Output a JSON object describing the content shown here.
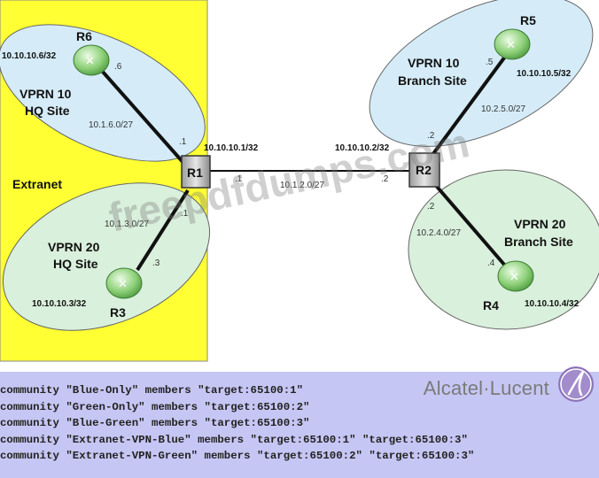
{
  "diagram": {
    "extranet_label": "Extranet",
    "sites": {
      "vprn10_hq": {
        "line1": "VPRN 10",
        "line2": "HQ Site",
        "subnet": "10.1.6.0/27"
      },
      "vprn20_hq": {
        "line1": "VPRN 20",
        "line2": "HQ Site",
        "subnet": "10.1.3.0/27"
      },
      "vprn10_branch": {
        "line1": "VPRN 10",
        "line2": "Branch Site",
        "subnet": "10.2.5.0/27"
      },
      "vprn20_branch": {
        "line1": "VPRN 20",
        "line2": "Branch Site",
        "subnet": "10.2.4.0/27"
      }
    },
    "routers": {
      "r1": {
        "name": "R1",
        "loopback": "10.10.10.1/32"
      },
      "r2": {
        "name": "R2",
        "loopback": "10.10.10.2/32"
      },
      "r3": {
        "name": "R3",
        "loopback": "10.10.10.3/32"
      },
      "r4": {
        "name": "R4",
        "loopback": "10.10.10.4/32"
      },
      "r5": {
        "name": "R5",
        "loopback": "10.10.10.5/32"
      },
      "r6": {
        "name": "R6",
        "loopback": "10.10.10.6/32"
      }
    },
    "core_link": {
      "subnet": "10.1.2.0/27",
      "r1_host": ".1",
      "r2_host": ".2"
    },
    "host_ids": {
      "r6_side": ".6",
      "r1_to_r6": ".1",
      "r3_side": ".3",
      "r1_to_r3": ".1",
      "r5_side": ".5",
      "r2_to_r5": ".2",
      "r4_side": ".4",
      "r2_to_r4": ".2"
    },
    "colors": {
      "extranet": "#ffff33",
      "vprn10": "#d5ecf8",
      "vprn20": "#d9f0dc",
      "footer": "#c6c6f4"
    }
  },
  "footer": {
    "communities": [
      "community \"Blue-Only\" members \"target:65100:1\"",
      "community \"Green-Only\" members \"target:65100:2\"",
      "community \"Blue-Green\" members \"target:65100:3\"",
      "community \"Extranet-VPN-Blue\" members \"target:65100:1\" \"target:65100:3\"",
      "community \"Extranet-VPN-Green\" members \"target:65100:2\" \"target:65100:3\""
    ],
    "brand": "Alcatel·Lucent"
  },
  "watermark": "freepdfdumps.com"
}
